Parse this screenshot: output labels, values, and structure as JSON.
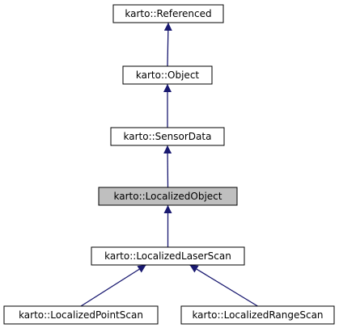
{
  "diagram": {
    "type": "class-inheritance-graph",
    "colors": {
      "background": "#ffffff",
      "node_fill": "#ffffff",
      "node_border": "#000000",
      "highlight_fill": "#bfbfbf",
      "edge": "#191970",
      "text": "#000000"
    },
    "nodes": {
      "referenced": {
        "label": "karto::Referenced",
        "highlighted": false
      },
      "object": {
        "label": "karto::Object",
        "highlighted": false
      },
      "sensor_data": {
        "label": "karto::SensorData",
        "highlighted": false
      },
      "localized_object": {
        "label": "karto::LocalizedObject",
        "highlighted": true
      },
      "localized_laser_scan": {
        "label": "karto::LocalizedLaserScan",
        "highlighted": false
      },
      "localized_point_scan": {
        "label": "karto::LocalizedPointScan",
        "highlighted": false
      },
      "localized_range_scan": {
        "label": "karto::LocalizedRangeScan",
        "highlighted": false
      }
    },
    "edges": [
      {
        "from": "object",
        "to": "referenced"
      },
      {
        "from": "sensor_data",
        "to": "object"
      },
      {
        "from": "localized_object",
        "to": "sensor_data"
      },
      {
        "from": "localized_laser_scan",
        "to": "localized_object"
      },
      {
        "from": "localized_point_scan",
        "to": "localized_laser_scan"
      },
      {
        "from": "localized_range_scan",
        "to": "localized_laser_scan"
      }
    ]
  }
}
